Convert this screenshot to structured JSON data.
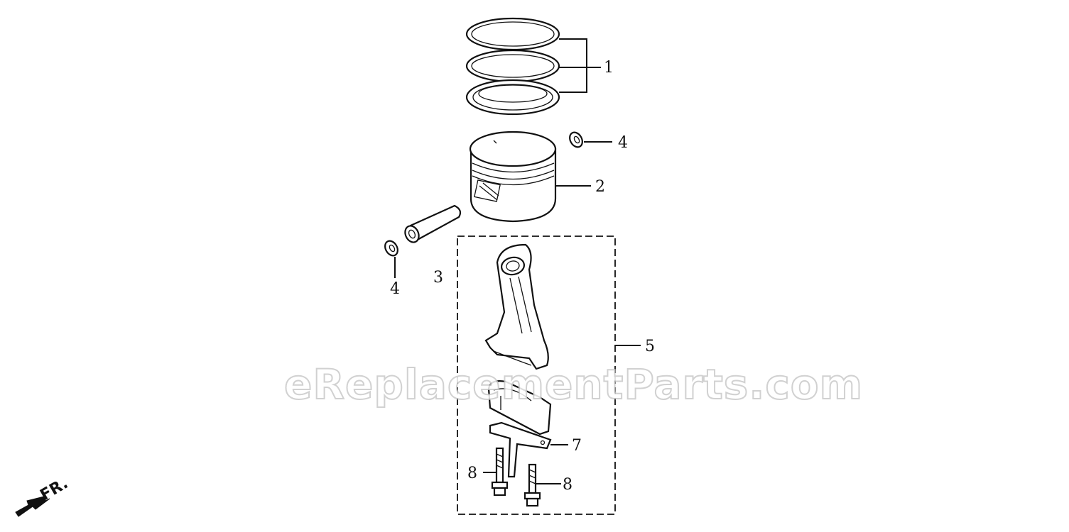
{
  "callouts": [
    {
      "id": "1",
      "label": "1"
    },
    {
      "id": "2",
      "label": "2"
    },
    {
      "id": "3",
      "label": "3"
    },
    {
      "id": "4a",
      "label": "4"
    },
    {
      "id": "4b",
      "label": "4"
    },
    {
      "id": "5",
      "label": "5"
    },
    {
      "id": "7",
      "label": "7"
    },
    {
      "id": "8a",
      "label": "8"
    },
    {
      "id": "8b",
      "label": "8"
    }
  ],
  "direction_marker": {
    "label": "FR.",
    "icon": "front-arrow-icon"
  },
  "watermark": {
    "text": "eReplacementParts.com"
  }
}
